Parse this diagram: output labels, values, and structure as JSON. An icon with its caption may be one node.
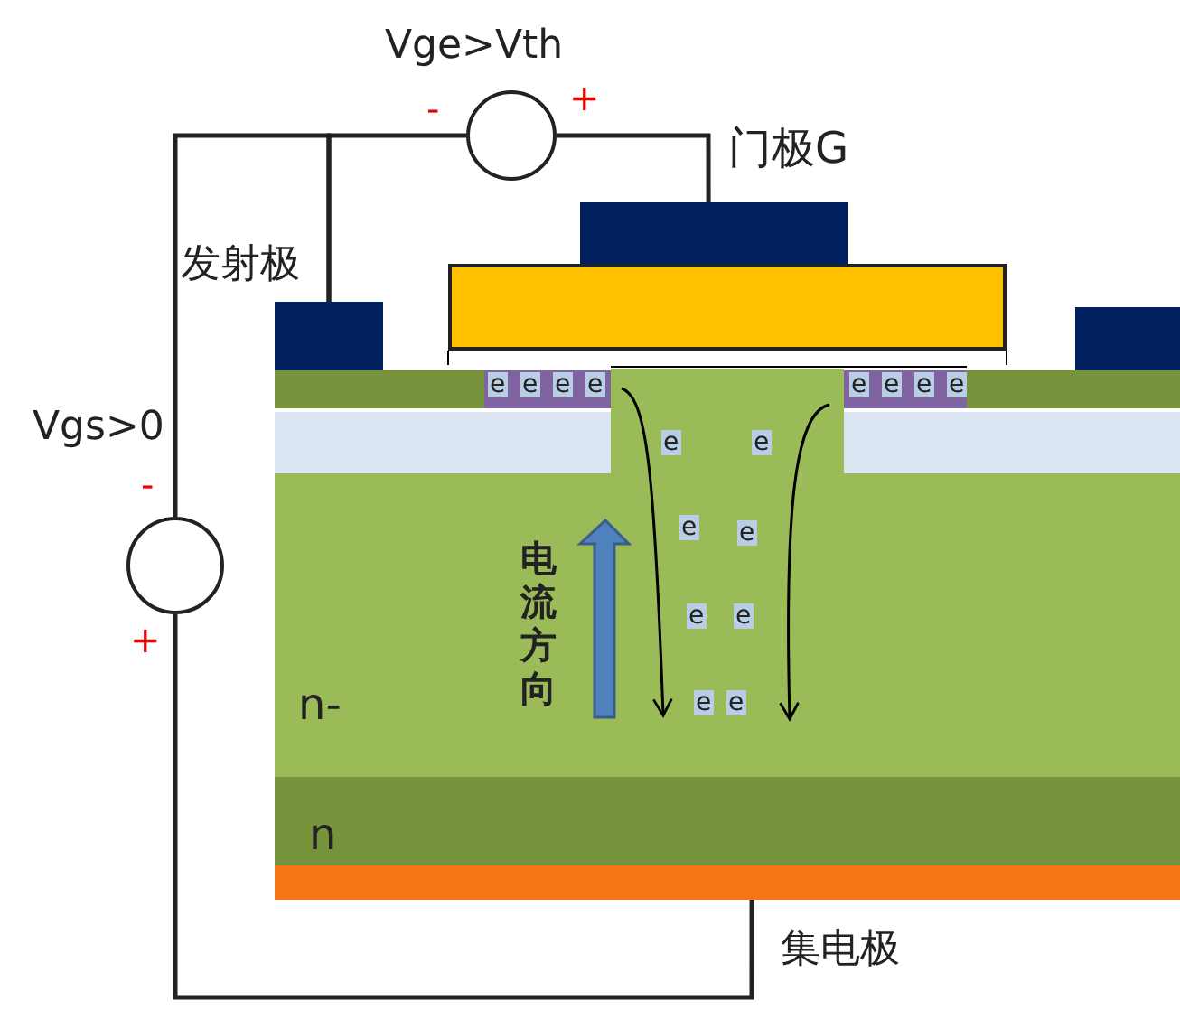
{
  "diagram": {
    "nodes": [
      {
        "text": [],
        "shape": "circle",
        "beside": [
          "Vge>Vth",
          "-",
          "+"
        ]
      },
      {
        "text": [],
        "shape": "box",
        "beside": [
          "门极G"
        ]
      },
      {
        "text": [],
        "shape": "box"
      },
      {
        "text": [],
        "shape": "box",
        "beside": [
          "发射极"
        ]
      },
      {
        "text": [],
        "shape": "box"
      },
      {
        "text": [],
        "shape": "circle",
        "beside": [
          "Vgs>0",
          "-",
          "+"
        ]
      },
      {
        "text": [],
        "shape": "bar",
        "beside": [
          "集电极"
        ]
      }
    ],
    "edges": [
      {
        "from": 0,
        "to": 3,
        "arrow": "none"
      },
      {
        "from": 0,
        "to": 1,
        "arrow": "none"
      },
      {
        "from": 5,
        "to": 3,
        "arrow": "none"
      },
      {
        "from": 5,
        "to": 6,
        "arrow": "none"
      }
    ],
    "labels": [
      "e",
      "e",
      "e",
      "e",
      "e",
      "e",
      "e",
      "e",
      "e",
      "e",
      "e",
      "e",
      "电流方向",
      "e",
      "e",
      "e",
      "e",
      "n-",
      "n"
    ]
  }
}
